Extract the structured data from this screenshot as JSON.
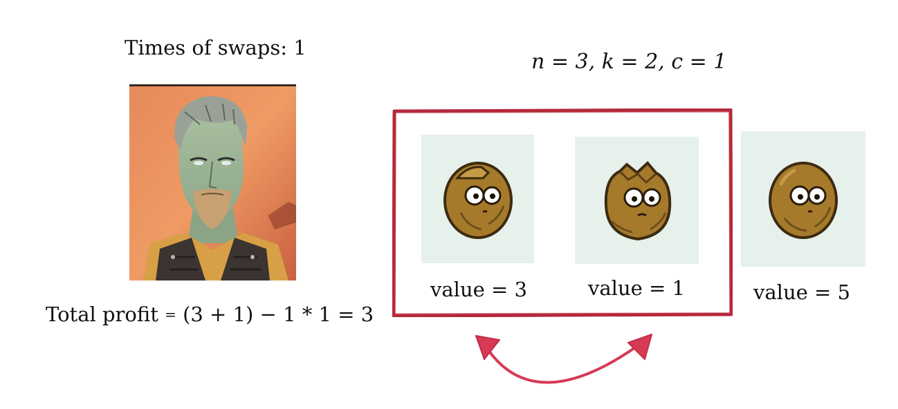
{
  "swaps_label": "Times of swaps: 1",
  "params": "n = 3, k = 2, c = 1",
  "profit": {
    "prefix": "Total profit",
    "equals": "=",
    "expression": "(3 + 1) − 1 * 1 = 3"
  },
  "items": [
    {
      "label": "value = 3",
      "in_selection": true,
      "icon": "walnut-cracked-icon"
    },
    {
      "label": "value = 1",
      "in_selection": true,
      "icon": "walnut-damaged-icon"
    },
    {
      "label": "value = 5",
      "in_selection": false,
      "icon": "walnut-icon"
    }
  ],
  "colors": {
    "selection_box": "#b5283c",
    "swap_arrow": "#d63a55",
    "card_background": "#e6f1ec",
    "walnut_shell": "#a57a2b"
  },
  "icons": {
    "portrait": "bearded-warrior-portrait",
    "swap": "double-headed-swap-arrow"
  }
}
